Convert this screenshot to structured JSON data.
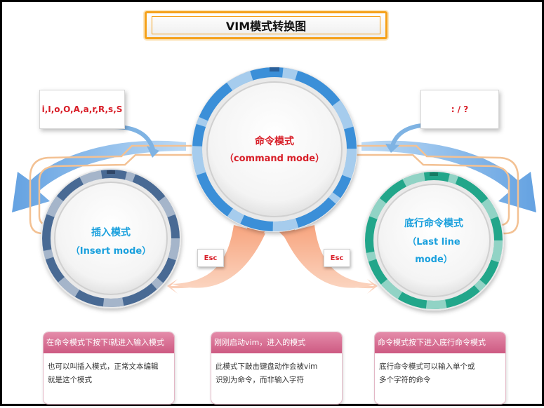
{
  "title": "VIM模式转换图",
  "modes": {
    "command": {
      "name": "命令模式",
      "sub": "（command mode）"
    },
    "insert": {
      "name": "插入模式",
      "sub": "（Insert mode）"
    },
    "lastline": {
      "name": "底行命令模式",
      "sub1": "（Last line",
      "sub2": "mode）"
    }
  },
  "keys": {
    "insert": "i,I,o,O,A,a,r,R,s,S",
    "lastline": ": / ?",
    "esc_left": "Esc",
    "esc_right": "Esc"
  },
  "cards": [
    {
      "head": "在命令模式下按下i就进入输入模式",
      "lines": [
        "也可以叫插入模式，正常文本编辑",
        "就是这个模式"
      ]
    },
    {
      "head": "刚刚启动vim，进入的模式",
      "lines": [
        "此模式下敲击键盘动作会被vim",
        "识别为命令，而非输入字符"
      ]
    },
    {
      "head": "命令模式按下进入底行命令模式",
      "lines": [
        "底行命令模式可以输入单个或",
        "多个字符的命令"
      ]
    }
  ],
  "colors": {
    "command_ring": "#3a8fd8",
    "insert_ring": "#4a6a94",
    "lastline_ring": "#22a68a",
    "red_text": "#d81e28",
    "blue_text": "#1aa0dd",
    "accent_orange": "#f5a11a",
    "card_header": "#d56b90"
  }
}
